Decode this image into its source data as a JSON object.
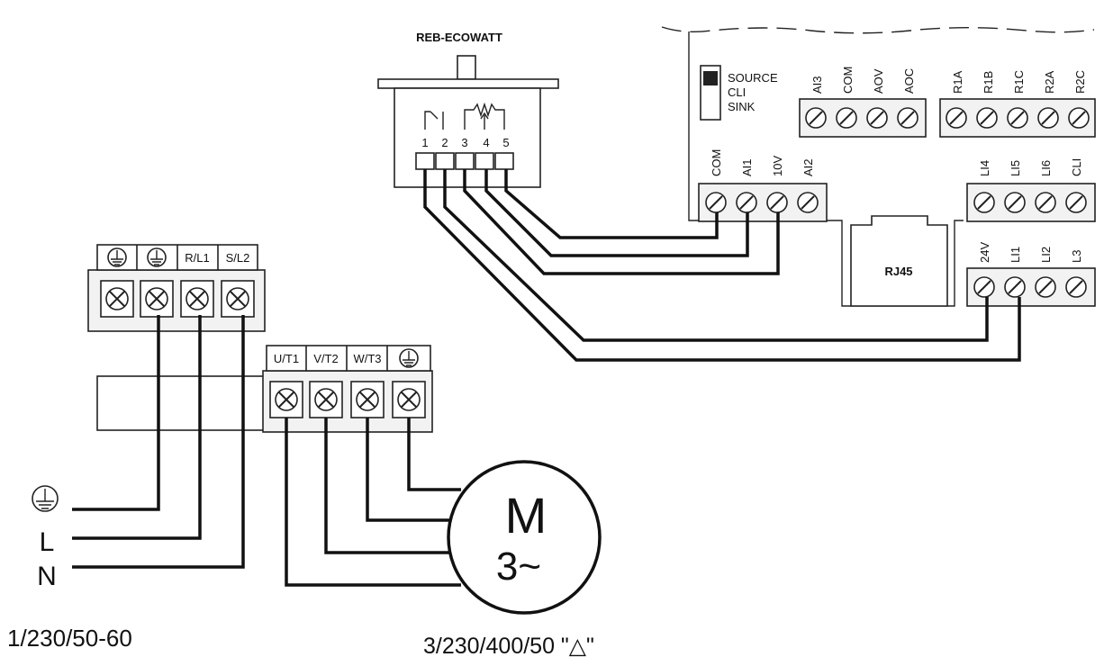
{
  "potentiometer": {
    "title": "REB-ECOWATT",
    "pins": [
      "1",
      "2",
      "3",
      "4",
      "5"
    ]
  },
  "controller": {
    "switch_labels": [
      "SOURCE",
      "CLI",
      "SINK"
    ],
    "top_left_terminals": [
      "AI3",
      "COM",
      "AOV",
      "AOC"
    ],
    "top_right_terminals": [
      "R1A",
      "R1B",
      "R1C",
      "R2A",
      "R2C"
    ],
    "mid_left_terminals": [
      "COM",
      "AI1",
      "10V",
      "AI2"
    ],
    "mid_right_terminals": [
      "LI4",
      "LI5",
      "LI6",
      "CLI"
    ],
    "bottom_right_terminals": [
      "24V",
      "LI1",
      "LI2",
      "L3"
    ],
    "rj45_label": "RJ45"
  },
  "power_terminals": {
    "input_labels": [
      "",
      "",
      "R/L1",
      "S/L2"
    ],
    "output_labels": [
      "U/T1",
      "V/T2",
      "W/T3",
      ""
    ]
  },
  "supply": {
    "line_label": "L",
    "neutral_label": "N",
    "rating": "1/230/50-60"
  },
  "motor": {
    "symbol": "M",
    "phase": "3~",
    "rating": "3/230/400/50  \"△\""
  }
}
